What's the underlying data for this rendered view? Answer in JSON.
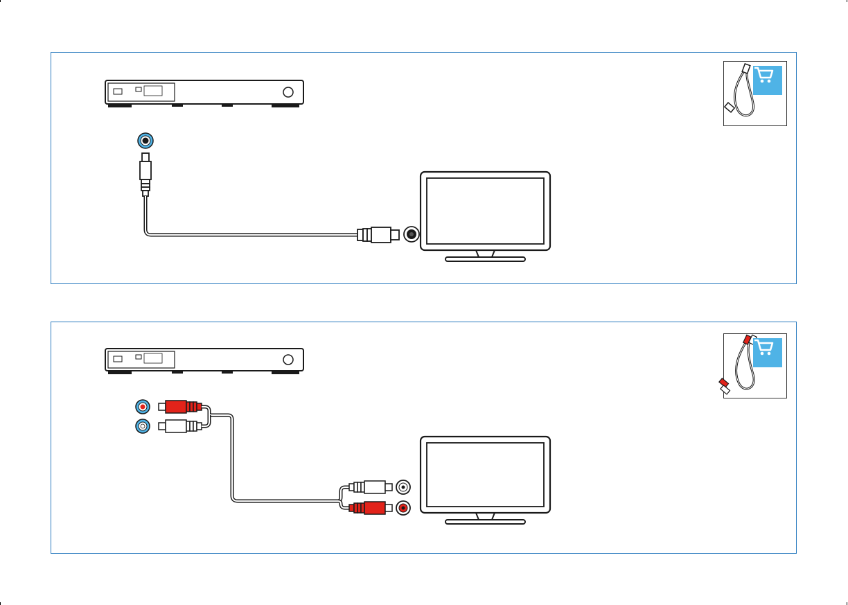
{
  "figure": {
    "panels": [
      {
        "id": "coaxial-audio",
        "device": "home-audio-player",
        "target": "tv",
        "cable": "single-rca-coaxial"
      },
      {
        "id": "analog-audio",
        "device": "home-audio-player",
        "target": "tv",
        "cable": "stereo-rca-red-white"
      }
    ],
    "icons": {
      "cart": "shopping-cart-icon",
      "coax_cable": "coaxial-cable-icon",
      "rca_cable": "rca-stereo-cable-icon"
    },
    "colors": {
      "border": "#2a7bbf",
      "jack_ring": "#4fb3e6",
      "plug_red": "#e2231a",
      "plug_white": "#ffffff",
      "cable": "#1a1a1a"
    }
  }
}
